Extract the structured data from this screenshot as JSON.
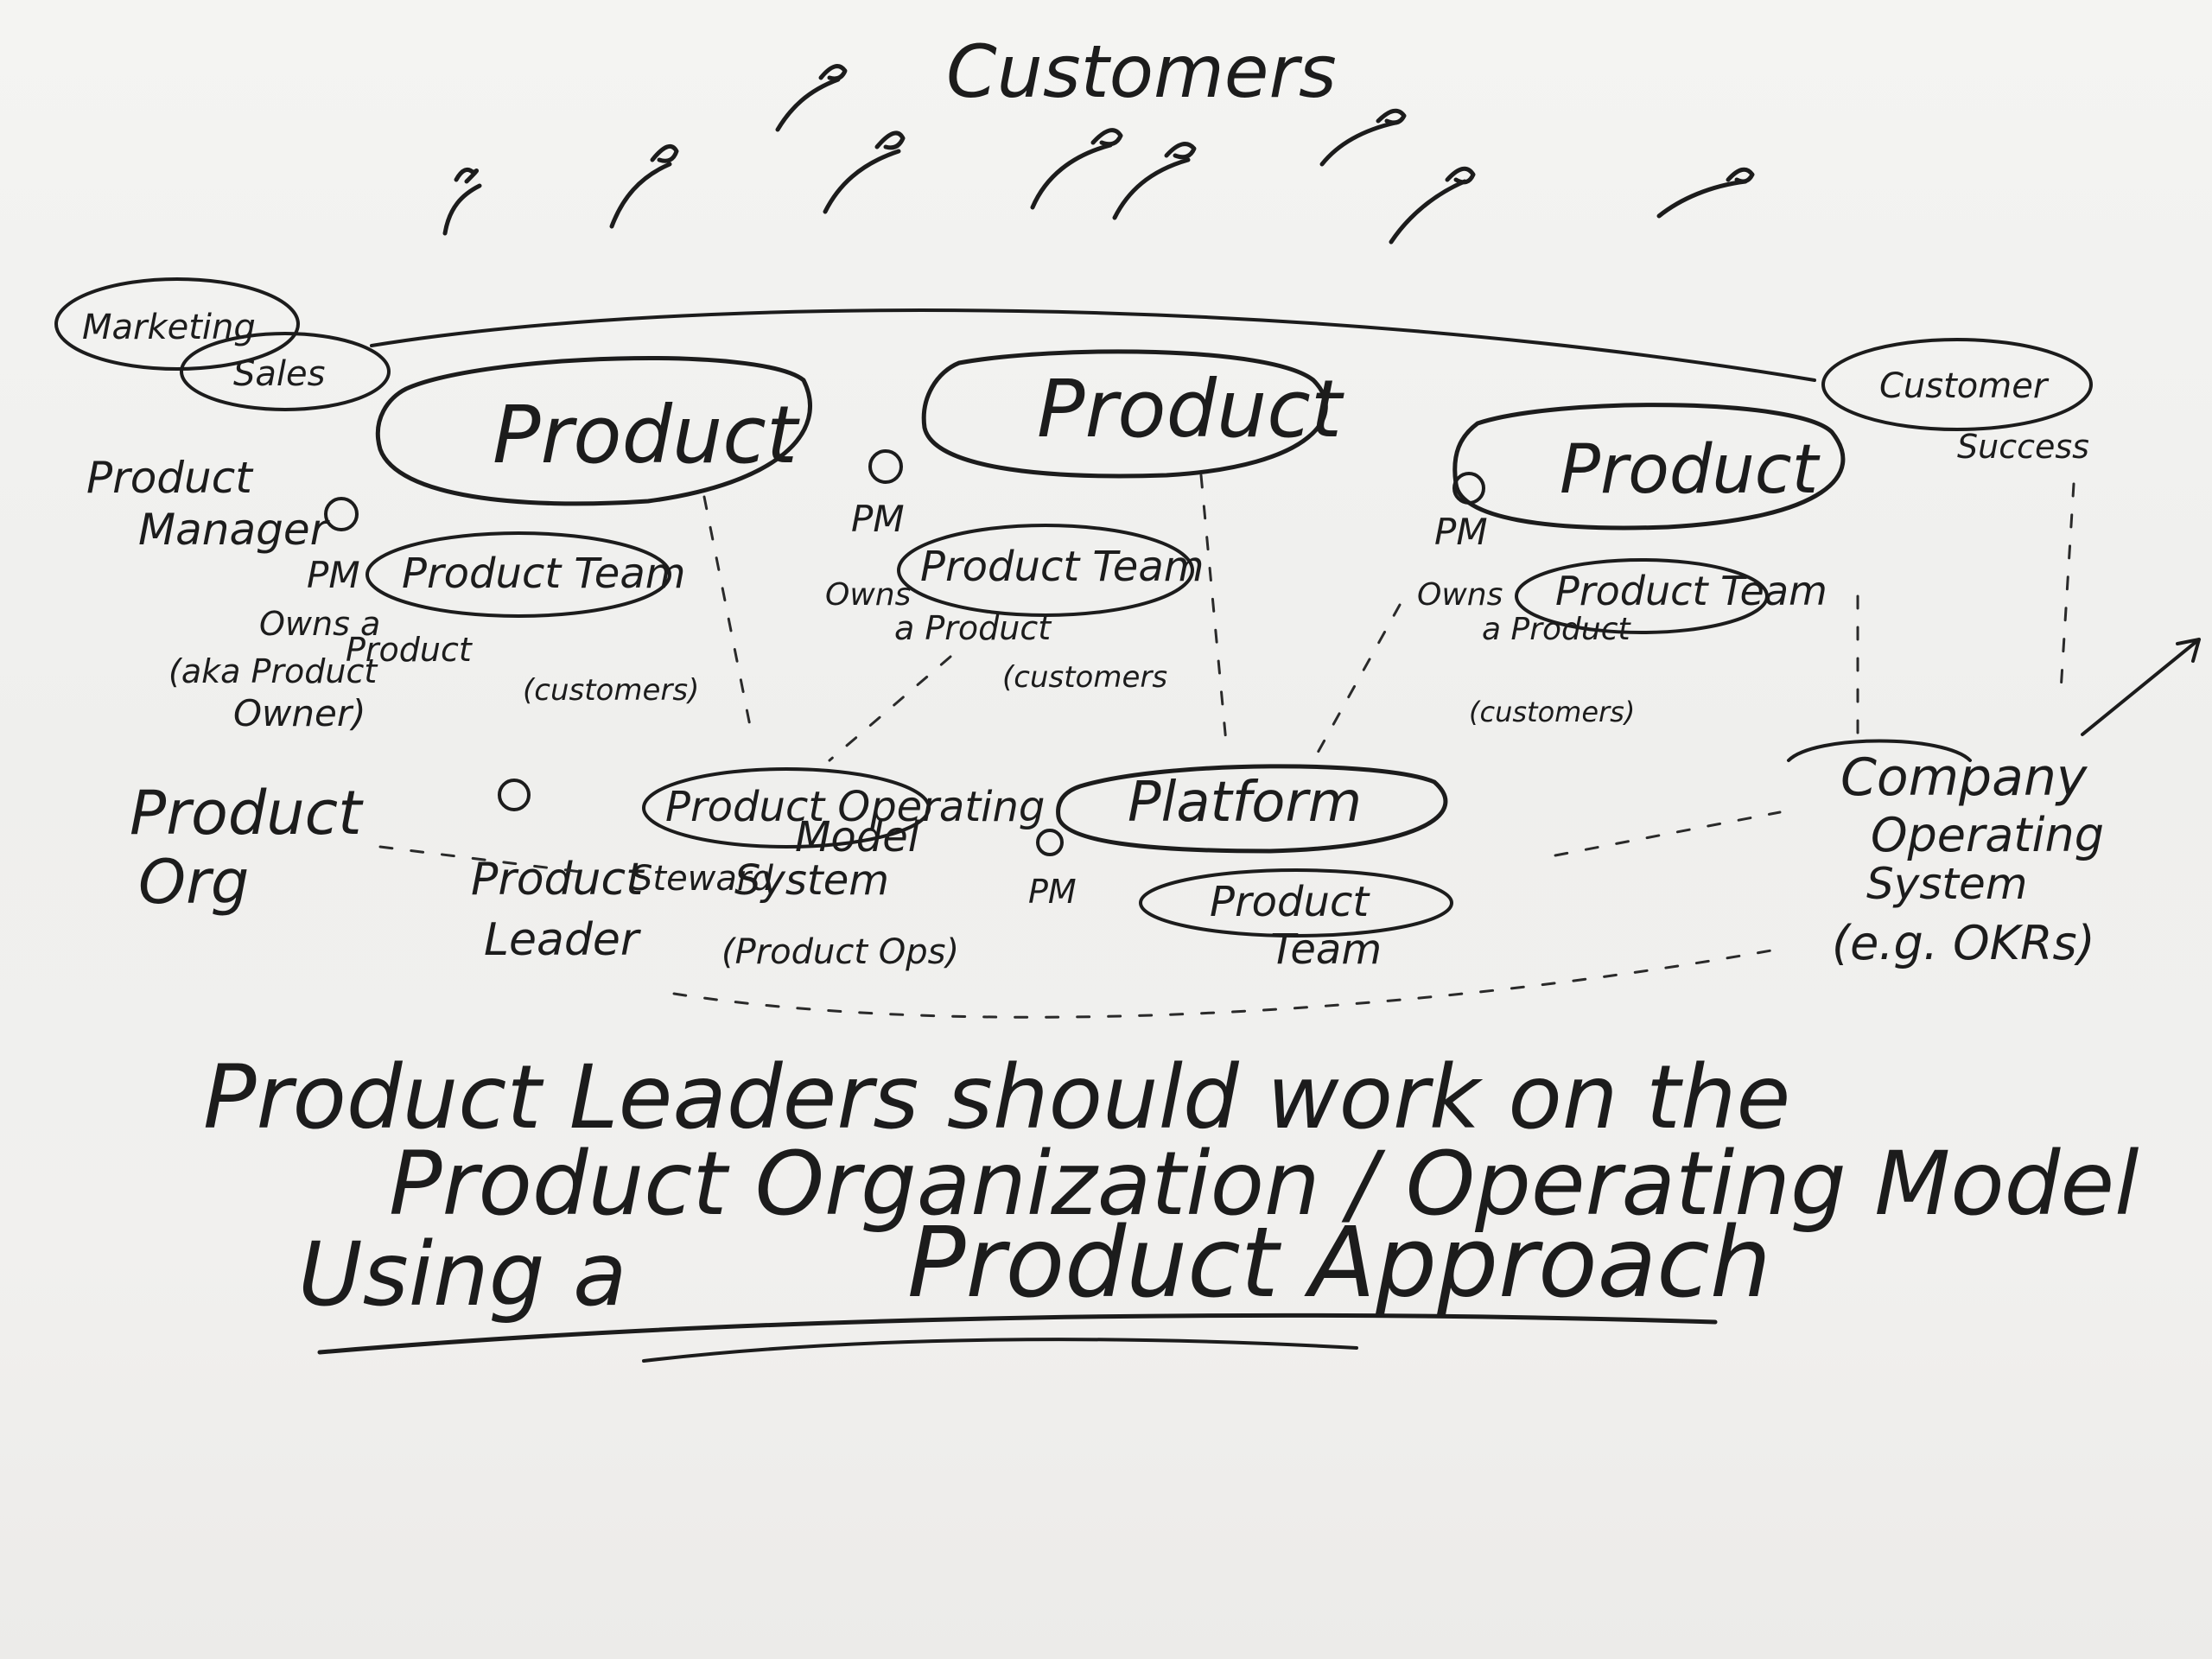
{
  "diagram": {
    "customers_label": "Customers",
    "left_side": {
      "marketing": "Marketing",
      "sales": "Sales",
      "product_manager": [
        "Product",
        "Manager"
      ],
      "pm_badge": "PM",
      "owns_a_product": [
        "Owns a",
        "Product"
      ],
      "aka_product_owner": [
        "(aka Product",
        "Owner)"
      ],
      "product_org": [
        "Product",
        "Org"
      ],
      "product_leader": [
        "Product",
        "Leader"
      ]
    },
    "products": [
      {
        "product_label": "Product",
        "team_label": "Product Team",
        "pm_badge": "PM",
        "customers_note": "(customers)"
      },
      {
        "product_label": "Product",
        "team_label": "Product Team",
        "pm_badge": "PM",
        "owns_note": [
          "Owns",
          "a Product"
        ],
        "customers_note": "(customers"
      },
      {
        "product_label": "Product",
        "team_label": "Product Team",
        "pm_badge": "PM",
        "owns_note": [
          "Owns",
          "a Product"
        ],
        "customers_note": "(customers)"
      }
    ],
    "center": {
      "operating_system": [
        "Product Operating",
        "Model",
        "System"
      ],
      "steward": "Steward",
      "product_ops": "(Product Ops)",
      "platform": "Platform",
      "platform_pm": "PM",
      "platform_team": [
        "Product",
        "Team"
      ]
    },
    "right_side": {
      "customer_success": [
        "Customer",
        "Success"
      ],
      "company_os": [
        "Company",
        "Operating",
        "System",
        "(e.g. OKRs)"
      ]
    },
    "message": {
      "line1": "Product Leaders should work on the",
      "line2": "Product Organization / Operating Model",
      "line3_prefix": "Using a",
      "line3_emphasis": "Product Approach"
    },
    "colors": {
      "ink": "#1c1c1c",
      "paper": "#f3f2f0"
    }
  }
}
